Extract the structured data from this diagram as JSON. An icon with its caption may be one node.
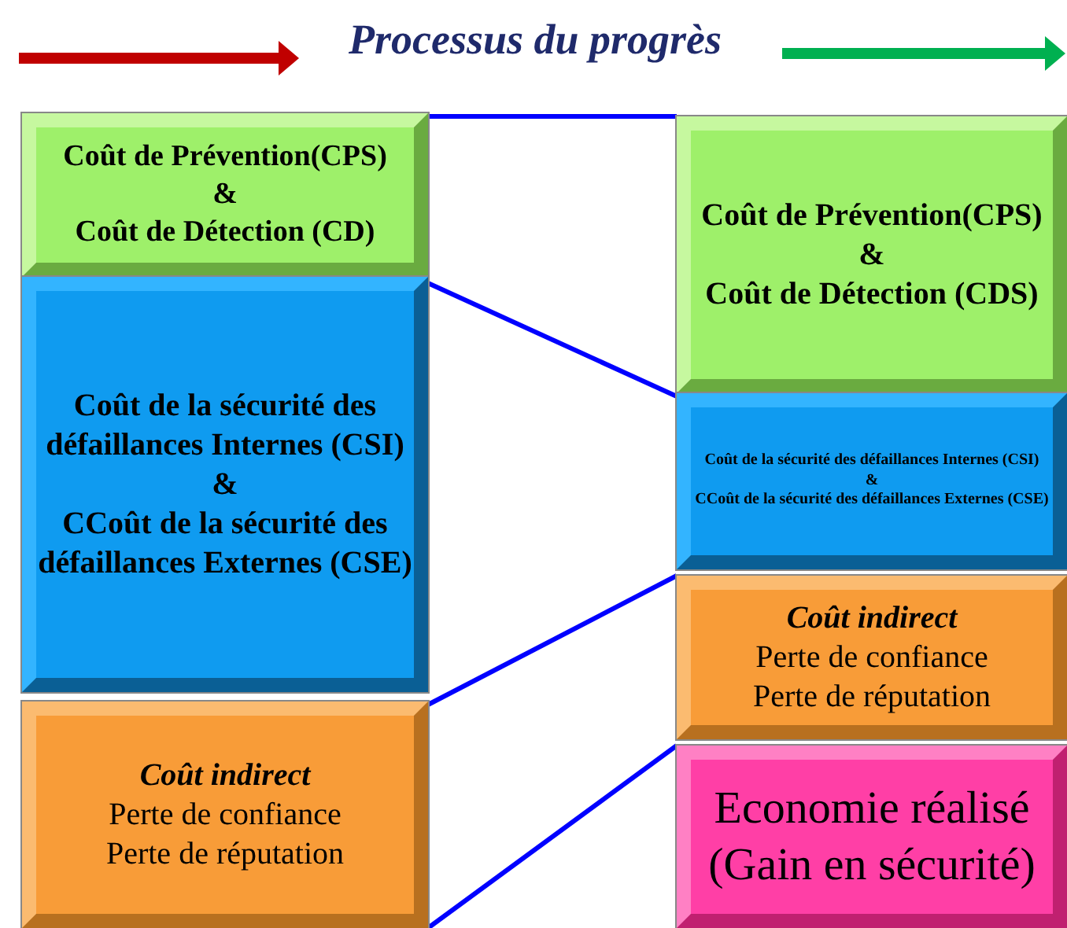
{
  "diagram": {
    "title": "Processus du progrès",
    "nodes": [
      {
        "text": [
          "Coût de Prévention(CPS)",
          "&",
          "Coût de Détection (CD)"
        ]
      },
      {
        "text": [
          "Coût de la sécurité des défaillances Internes (CSI)",
          "&",
          "CCoût de la sécurité des défaillances Externes (CSE)"
        ]
      },
      {
        "text": [
          "Coût indirect",
          "Perte de confiance",
          "Perte de réputation"
        ]
      },
      {
        "text": [
          "Coût de Prévention(CPS)",
          "&",
          "Coût de Détection (CDS)"
        ]
      },
      {
        "text": [
          "Coût de la sécurité des défaillances Internes (CSI)",
          "&",
          "CCoût de la sécurité des défaillances Externes (CSE)"
        ]
      },
      {
        "text": [
          "Coût indirect",
          "Perte de confiance",
          "Perte de réputation"
        ]
      },
      {
        "text": [
          "Economie réalisé",
          "(Gain en sécurité)"
        ]
      }
    ],
    "edges": [
      {
        "from": 0,
        "to": 3,
        "arrow": "none"
      },
      {
        "from": 1,
        "to": 4,
        "arrow": "none"
      },
      {
        "from": 2,
        "to": 5,
        "arrow": "none"
      },
      {
        "from": 2,
        "to": 6,
        "arrow": "none"
      }
    ]
  }
}
